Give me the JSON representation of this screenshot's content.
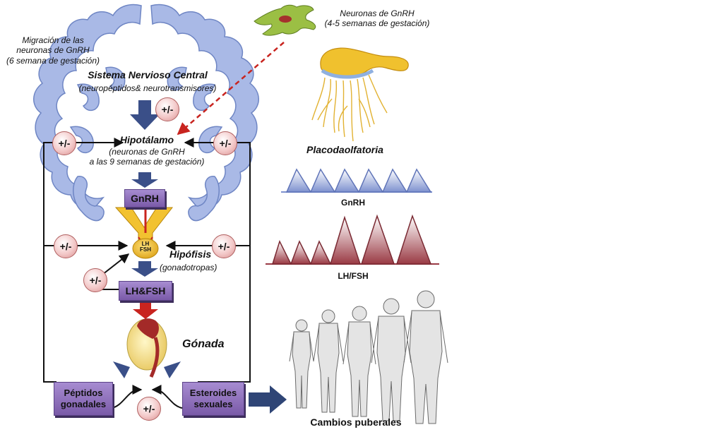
{
  "labels": {
    "migration": "Migración de las\nneuronas de GnRH\n(6 semana de gestación)",
    "cns_title": "Sistema Nervioso Central",
    "cns_sub": "(neuropéptidos& neurotransmisores)",
    "gnrh_neurons": "Neuronas de GnRH\n(4-5 semanas de gestación)",
    "hypothalamus_title": "Hipotálamo",
    "hypothalamus_sub": "(neuronas de GnRH\na las 9 semanas de gestación)",
    "placoda": "Placodaolfatoria",
    "hypophysis_title": "Hipófisis",
    "hypophysis_sub": "(gonadotropas)",
    "gland_text": "LH\nFSH",
    "gonad": "Gónada",
    "gnrh_pulse": "GnRH",
    "lhfsh_pulse": "LH/FSH",
    "puberty": "Cambios puberales"
  },
  "boxes": {
    "gnrh": "GnRH",
    "lhfsh": "LH&FSH",
    "peptides": "Péptidos\ngonadales",
    "steroids": "Esteroides\nsexuales"
  },
  "regulators": {
    "cns": "+/-",
    "hyp_left": "+/-",
    "hyp_right": "+/-",
    "pit_left": "+/-",
    "pit_right": "+/-",
    "lhfsh_loop": "+/-",
    "bottom": "+/-"
  },
  "colors": {
    "brain": "#a9b9e6",
    "brain_stroke": "#6f86c4",
    "arrow_blue": "#3a4f88",
    "arrow_red": "#c8241f",
    "box_purple": "#8f6fbe",
    "gnrh_pulse": "#7e91cf",
    "lhfsh_pulse": "#9a3a44",
    "placoda": "#f0c12e"
  }
}
